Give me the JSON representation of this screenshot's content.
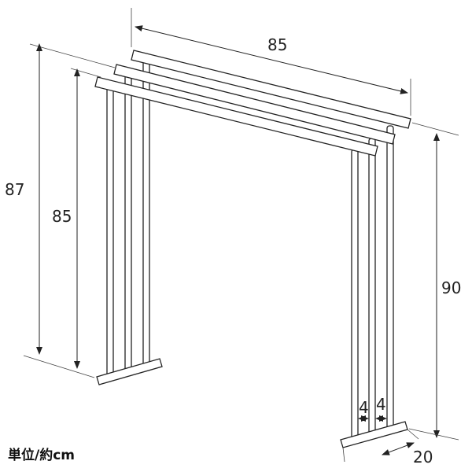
{
  "diagram": {
    "dimensions": {
      "width_top": "85",
      "height_front_left": "85",
      "height_back_left": "87",
      "height_right": "90",
      "depth": "20",
      "gap_1": "4",
      "gap_2": "4"
    },
    "unit_label": "単位/約cm"
  }
}
